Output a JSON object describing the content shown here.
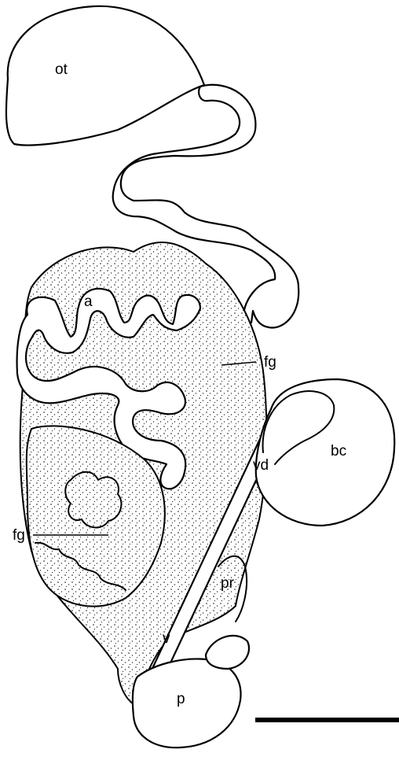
{
  "labels": {
    "ot": "ot",
    "a": "a",
    "fg_right": "fg",
    "bc": "bc",
    "vd": "vd",
    "fg_left": "fg",
    "pr": "pr",
    "v": "v",
    "p": "p"
  }
}
